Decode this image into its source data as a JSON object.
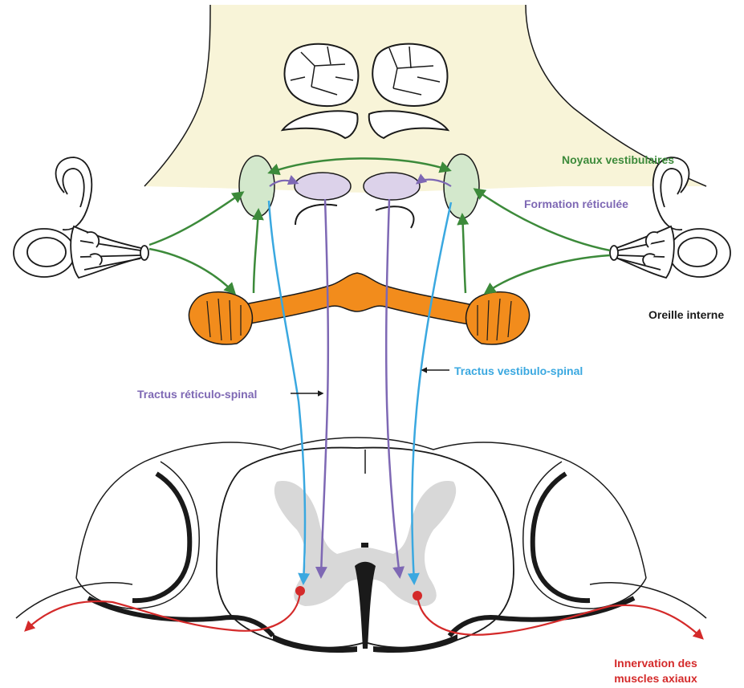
{
  "labels": {
    "noyaux_vestibulaires": "Noyaux vestibulaires",
    "formation_reticulee": "Formation réticulée",
    "oreille_interne": "Oreille interne",
    "tractus_vestibulo_spinal": "Tractus vestibulo-spinal",
    "tractus_reticulo_spinal": "Tractus réticulo-spinal",
    "innervation_line1": "Innervation des",
    "innervation_line2": "muscles axiaux"
  },
  "colors": {
    "brainstem_fill": "#f8f4d8",
    "vestibular_green": "#3c8a3a",
    "vestibular_nuclei_fill": "#d3e8cc",
    "reticular_purple": "#7e68b4",
    "reticular_fill": "#dcd2ea",
    "vestibulospinal_blue": "#3aa8e0",
    "cerebellum_orange": "#f28c1c",
    "motor_red": "#d42a2a",
    "grey_matter": "#d8d8d8",
    "outline": "#1a1a1a"
  }
}
